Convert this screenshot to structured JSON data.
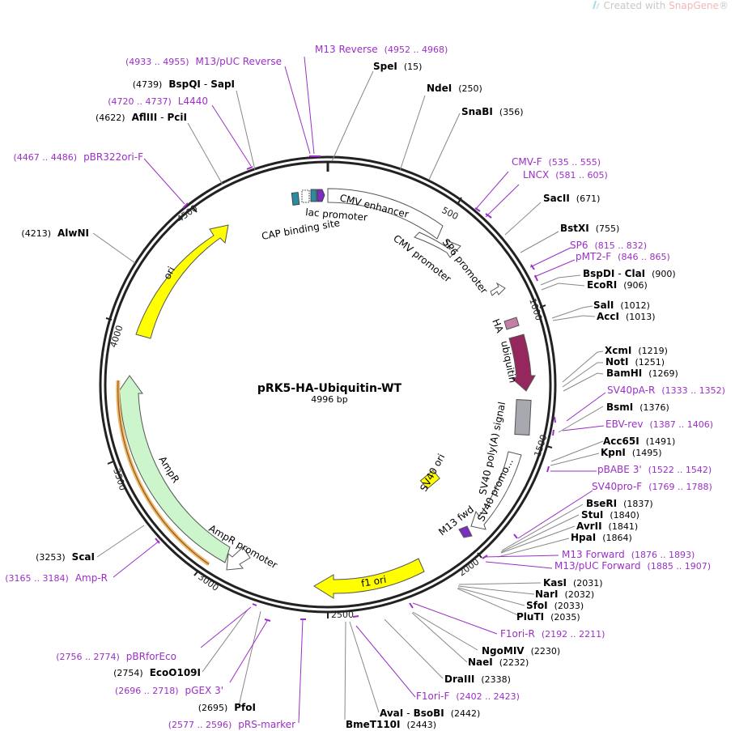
{
  "watermark": {
    "prefix": "Created with ",
    "brand": "SnapGene",
    "suffix": "®"
  },
  "plasmid": {
    "name": "pRK5-HA-Ubiquitin-WT",
    "length_label": "4996 bp",
    "length": 4996
  },
  "tick_labels": [
    "500",
    "1000",
    "1500",
    "2000",
    "2500",
    "3000",
    "3500",
    "4000",
    "4500"
  ],
  "features": {
    "cmv_enhancer": "CMV enhancer",
    "lac_promoter": "lac promoter",
    "cap_binding_site": "CAP binding site",
    "cmv_promoter": "CMV promoter",
    "sp6_promoter": "SP6 promoter",
    "ha": "HA",
    "ubiquitin": "ubiquitin",
    "sv40_polya": "SV40 poly(A) signal",
    "sv40_promoter": "SV40 promo...",
    "sv40_ori": "SV40 ori",
    "m13_fwd": "M13 fwd",
    "f1_ori": "f1 ori",
    "ampr_promoter": "AmpR promoter",
    "ampr": "AmpR",
    "ori": "ori"
  },
  "colors": {
    "enzyme_text": "#000000",
    "primer_text": "#9b2fc7",
    "ha": "#c47fa6",
    "ubiquitin": "#96275c",
    "sv40_polya": "#a8a8b0",
    "yellow": "#ffff00",
    "ampr": "#ccf5cc",
    "lac_blue": "#2d8aa0",
    "cap_purple": "#7b2fc0"
  },
  "enzymes": [
    {
      "name": "SpeI",
      "pos": "(15)"
    },
    {
      "name": "NdeI",
      "pos": "(250)"
    },
    {
      "name": "SnaBI",
      "pos": "(356)"
    },
    {
      "name": "SacII",
      "pos": "(671)"
    },
    {
      "name": "BstXI",
      "pos": "(755)"
    },
    {
      "name": "BspDI",
      "name2": "ClaI",
      "pos": "(900)"
    },
    {
      "name": "EcoRI",
      "pos": "(906)"
    },
    {
      "name": "SalI",
      "pos": "(1012)"
    },
    {
      "name": "AccI",
      "pos": "(1013)"
    },
    {
      "name": "XcmI",
      "pos": "(1219)"
    },
    {
      "name": "NotI",
      "pos": "(1251)"
    },
    {
      "name": "BamHI",
      "pos": "(1269)"
    },
    {
      "name": "BsmI",
      "pos": "(1376)"
    },
    {
      "name": "Acc65I",
      "pos": "(1491)"
    },
    {
      "name": "KpnI",
      "pos": "(1495)"
    },
    {
      "name": "BseRI",
      "pos": "(1837)"
    },
    {
      "name": "StuI",
      "pos": "(1840)"
    },
    {
      "name": "AvrII",
      "pos": "(1841)"
    },
    {
      "name": "HpaI",
      "pos": "(1864)"
    },
    {
      "name": "KasI",
      "pos": "(2031)"
    },
    {
      "name": "NarI",
      "pos": "(2032)"
    },
    {
      "name": "SfoI",
      "pos": "(2033)"
    },
    {
      "name": "PluTI",
      "pos": "(2035)"
    },
    {
      "name": "NgoMIV",
      "pos": "(2230)"
    },
    {
      "name": "NaeI",
      "pos": "(2232)"
    },
    {
      "name": "DraIII",
      "pos": "(2338)"
    },
    {
      "name": "AvaI",
      "name2": "BsoBI",
      "pos": "(2442)"
    },
    {
      "name": "BmeT110I",
      "pos": "(2443)"
    },
    {
      "name": "PfoI",
      "pos": "(2695)"
    },
    {
      "name": "EcoO109I",
      "pos": "(2754)"
    },
    {
      "name": "ScaI",
      "pos": "(3253)"
    },
    {
      "name": "AlwNI",
      "pos": "(4213)"
    },
    {
      "name": "AflIII",
      "name2": "PciI",
      "pos": "(4622)"
    },
    {
      "name": "BspQI",
      "name2": "SapI",
      "pos": "(4739)"
    }
  ],
  "primers": [
    {
      "name": "M13 Reverse",
      "range": "(4952 .. 4968)"
    },
    {
      "name": "M13/pUC Reverse",
      "range": "(4933 .. 4955)"
    },
    {
      "name": "L4440",
      "range": "(4720 .. 4737)"
    },
    {
      "name": "pBR322ori-F",
      "range": "(4467 .. 4486)"
    },
    {
      "name": "CMV-F",
      "range": "(535 .. 555)"
    },
    {
      "name": "LNCX",
      "range": "(581 .. 605)"
    },
    {
      "name": "SP6",
      "range": "(815 .. 832)"
    },
    {
      "name": "pMT2-F",
      "range": "(846 .. 865)"
    },
    {
      "name": "SV40pA-R",
      "range": "(1333 .. 1352)"
    },
    {
      "name": "EBV-rev",
      "range": "(1387 .. 1406)"
    },
    {
      "name": "pBABE 3'",
      "range": "(1522 .. 1542)"
    },
    {
      "name": "SV40pro-F",
      "range": "(1769 .. 1788)"
    },
    {
      "name": "M13 Forward",
      "range": "(1876 .. 1893)"
    },
    {
      "name": "M13/pUC Forward",
      "range": "(1885 .. 1907)"
    },
    {
      "name": "F1ori-R",
      "range": "(2192 .. 2211)"
    },
    {
      "name": "F1ori-F",
      "range": "(2402 .. 2423)"
    },
    {
      "name": "Amp-R",
      "range": "(3165 .. 3184)"
    },
    {
      "name": "pBRforEco",
      "range": "(2756 .. 2774)"
    },
    {
      "name": "pGEX 3'",
      "range": "(2696 .. 2718)"
    },
    {
      "name": "pRS-marker",
      "range": "(2577 .. 2596)"
    }
  ]
}
